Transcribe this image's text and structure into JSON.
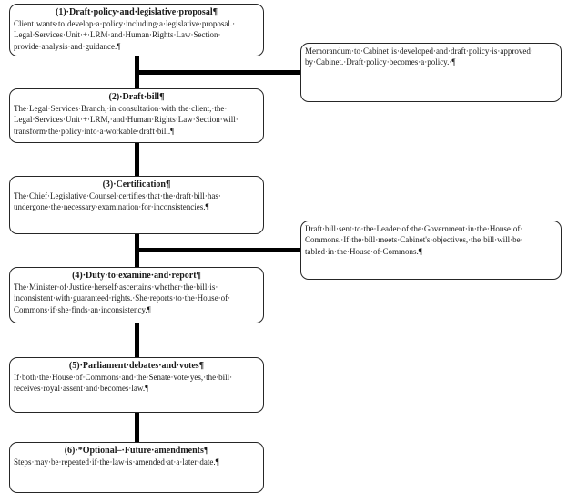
{
  "flowchart": {
    "description": "Legislative process flowchart with formatting marks (interpuncts and pilcrows) visible",
    "colors": {
      "background": "#ffffff",
      "box_border": "#262626",
      "connector": "#000000",
      "text": "#1a1a1a"
    },
    "steps": [
      {
        "title": "(1)·Draft·policy·and·legislative·proposal¶",
        "lines": [
          "Client·wants·to·develop·a·policy·including·a·legislative·proposal.·",
          "Legal·Services·Unit·+·LRM·and·Human·Rights·Law·Section·",
          "provide·analysis·and·guidance.¶"
        ]
      },
      {
        "title": "(2)·Draft·bill¶",
        "lines": [
          "The·Legal·Services·Branch,·in·consultation·with·the·client,·the·",
          "Legal·Services·Unit·+·LRM,·and·Human·Rights·Law·Section·will·",
          "transform·the·policy·into·a·workable·draft·bill.¶"
        ]
      },
      {
        "title": "(3)·Certification¶",
        "lines": [
          "The·Chief·Legislative·Counsel·certifies·that·the·draft·bill·has·",
          "undergone·the·necessary·examination·for·inconsistencies.¶"
        ]
      },
      {
        "title": "(4)·Duty·to·examine·and·report¶",
        "lines": [
          "The·Minister·of·Justice·herself·ascertains·whether·the·bill·is·",
          "inconsistent·with·guaranteed·rights.·She·reports·to·the·House·of·",
          "Commons·if·she·finds·an·inconsistency.¶"
        ]
      },
      {
        "title": "(5)·Parliament·debates·and·votes¶",
        "lines": [
          "If·both·the·House·of·Commons·and·the·Senate·vote·yes,·the·bill·",
          "receives·royal·assent·and·becomes·law.¶"
        ]
      },
      {
        "title": "(6)·*Optional–·Future·amendments¶",
        "lines": [
          "Steps·may·be·repeated·if·the·law·is·amended·at·a·later·date.¶"
        ]
      }
    ],
    "side_notes": [
      {
        "lines": [
          "Memorandum·to·Cabinet·is·developed·and·draft·policy·is·approved·",
          "by·Cabinet.·Draft·policy·becomes·a·policy.·¶"
        ]
      },
      {
        "lines": [
          "Draft·bill·sent·to·the·Leader·of·the·Government·in·the·House·of·",
          "Commons.·If·the·bill·meets·Cabinet's·objectives,·the·bill·will·be·",
          "tabled·in·the·House·of·Commons.¶"
        ]
      }
    ]
  }
}
